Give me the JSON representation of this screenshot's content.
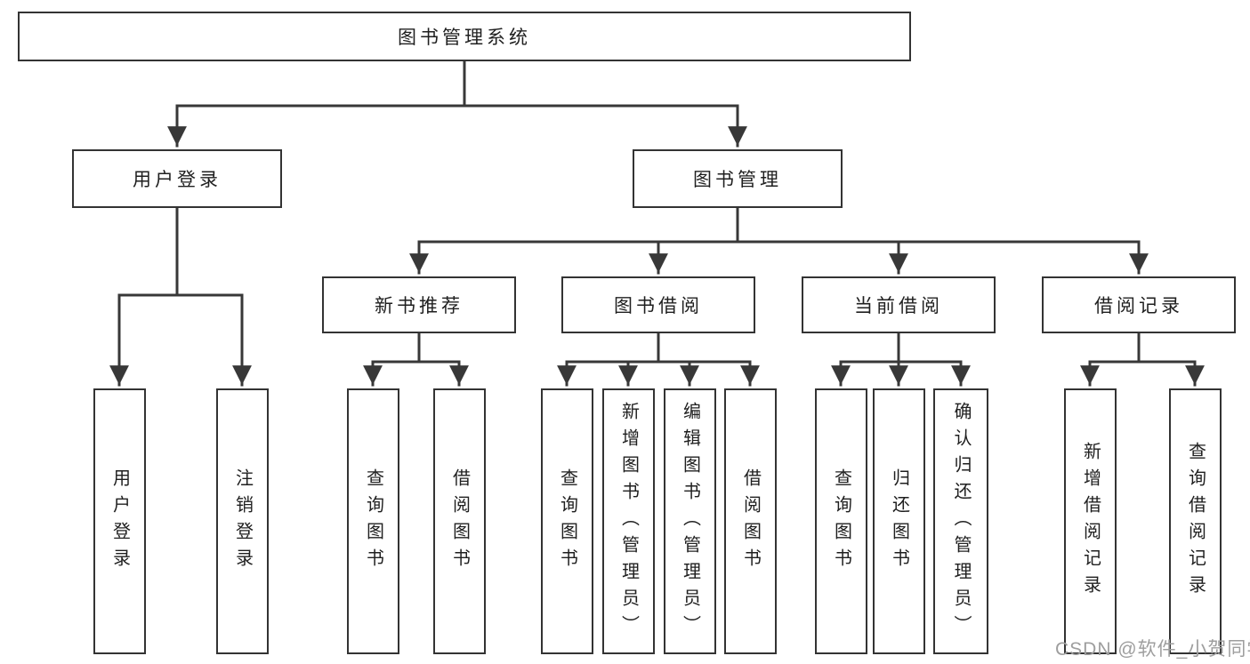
{
  "colors": {
    "line": "#383838",
    "box_border": "#333333",
    "text": "#1f1f1f",
    "watermark_text": "#9e9e9e"
  },
  "nodes": {
    "root": "图书管理系统",
    "user_login": "用户登录",
    "book_mgmt": "图书管理",
    "new_book": "新书推荐",
    "book_borrow": "图书借阅",
    "current_borrow": "当前借阅",
    "borrow_records": "借阅记录",
    "leaf_user_login": "用户登录",
    "leaf_logout": "注销登录",
    "leaf_nb_query": "查询图书",
    "leaf_nb_borrow": "借阅图书",
    "leaf_bb_query": "查询图书",
    "leaf_bb_add": "新增图书（管理员）",
    "leaf_bb_edit": "编辑图书（管理员）",
    "leaf_bb_borrow": "借阅图书",
    "leaf_cb_query": "查询图书",
    "leaf_cb_return": "归还图书",
    "leaf_cb_confirm": "确认归还（管理员）",
    "leaf_br_add": "新增借阅记录",
    "leaf_br_query": "查询借阅记录"
  },
  "watermark": "CSDN @软件_小贺同学"
}
